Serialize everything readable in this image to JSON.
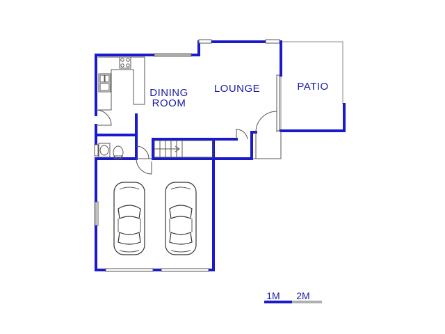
{
  "rooms": {
    "dining_line1": "DINING",
    "dining_line2": "ROOM",
    "lounge": "LOUNGE",
    "patio": "PATIO"
  },
  "scale_bar": {
    "label_1": "1M",
    "label_2": "2M"
  },
  "colors": {
    "walls": "#1a1acc",
    "labels": "#1a1aa6",
    "scale_dark": "#1a1acc",
    "scale_light": "#b0b0b0"
  },
  "icons": [
    "kitchen-sink-icon",
    "stove-icon",
    "toilet-icon",
    "basin-icon",
    "car-icon",
    "staircase-icon"
  ]
}
